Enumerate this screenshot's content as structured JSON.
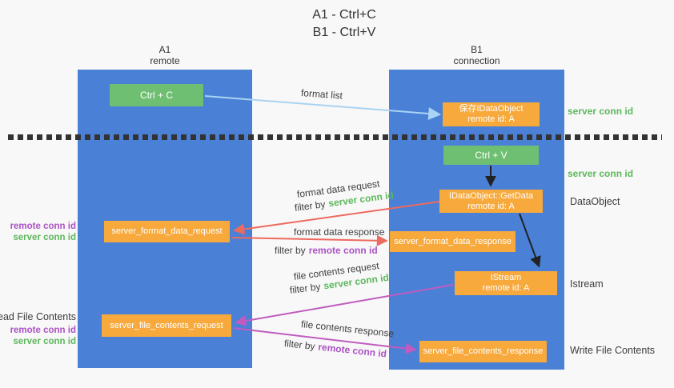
{
  "title": {
    "line1": "A1 - Ctrl+C",
    "line2": "B1 - Ctrl+V"
  },
  "columns": {
    "a": {
      "name": "A1",
      "role": "remote"
    },
    "b": {
      "name": "B1",
      "role": "connection"
    }
  },
  "nodes": {
    "ctrl_c": {
      "label": "Ctrl + C"
    },
    "save_dataobject": {
      "line1": "保存IDataObject",
      "line2": "remote id: A"
    },
    "ctrl_v": {
      "label": "Ctrl + V"
    },
    "getdata": {
      "line1": "IDataObject::GetData",
      "line2": "remote id: A"
    },
    "format_request": {
      "label": "server_format_data_request"
    },
    "format_response": {
      "label": "server_format_data_response"
    },
    "istream": {
      "line1": "IStream",
      "line2": "remote id: A"
    },
    "file_request": {
      "label": "server_file_contents_request"
    },
    "file_response": {
      "label": "server_file_contents_response"
    }
  },
  "flow_labels": {
    "format_list": "format list",
    "format_data_request": "format data request",
    "format_data_response": "format data response",
    "file_contents_request": "file contents request",
    "file_contents_response": "file contents response",
    "filter_by": "filter by",
    "server_conn_id": "server conn id",
    "remote_conn_id": "remote conn id"
  },
  "side_labels": {
    "server_conn_id_top": "server conn id",
    "server_conn_id_mid": "server conn id",
    "dataobject": "DataObject",
    "istream": "Istream",
    "write_file_contents": "Write File Contents",
    "read_file_contents": "Read File Contents",
    "remote_conn_id": "remote conn id",
    "server_conn_id": "server conn id"
  },
  "colors": {
    "column_blue": "#4a80d6",
    "node_green": "#6fbf72",
    "node_orange": "#f7a93c",
    "arrow_blue": "#a9d3f2",
    "arrow_red": "#ed6a5e",
    "arrow_magenta": "#c05cc0",
    "arrow_black": "#222222",
    "text_green": "#5cb85c",
    "text_purple": "#ab52c5",
    "dashed_line": "#333333"
  }
}
